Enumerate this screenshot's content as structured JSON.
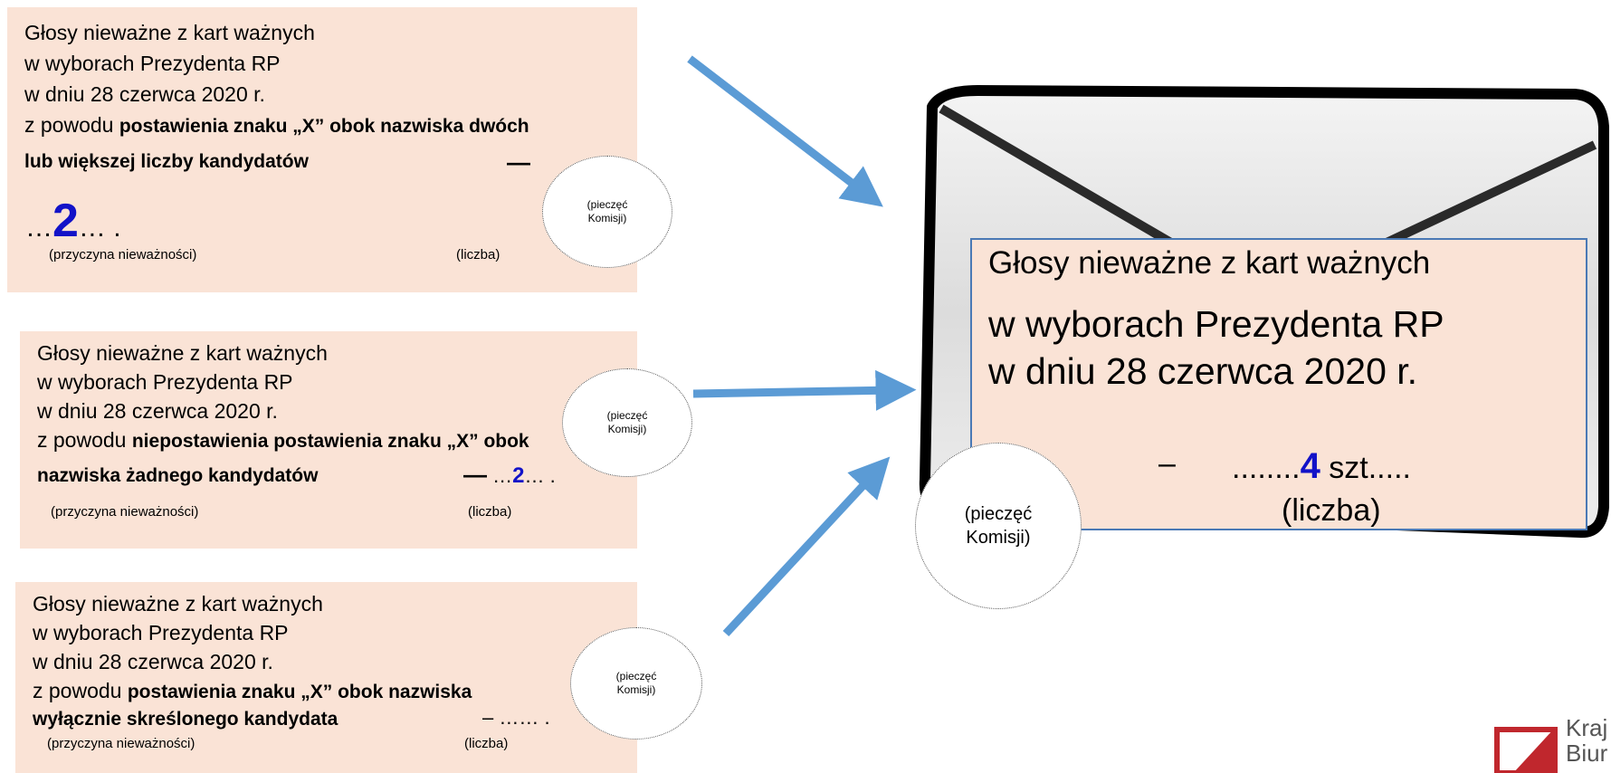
{
  "cards": [
    {
      "line1": "Głosy nieważne z kart ważnych",
      "line2": "w wyborach Prezydenta RP",
      "line3": "w dniu 28 czerwca 2020 r.",
      "line4_prefix": "z powodu",
      "line4_bold": "postawienia znaku „X” obok nazwiska dwóch",
      "line5_bold": "lub większej liczby kandydatów",
      "dash": "—",
      "count_prefix": "…",
      "count": "2",
      "count_suffix": "… .",
      "reason_label": "(przyczyna nieważności)",
      "count_label": "(liczba)",
      "stamp_line1": "(pieczęć",
      "stamp_line2": "Komisji)"
    },
    {
      "line1": "Głosy nieważne z kart ważnych",
      "line2": "w wyborach Prezydenta RP",
      "line3": "w dniu 28 czerwca 2020 r.",
      "line4_prefix": "z powodu",
      "line4_bold": "niepostawienia postawienia znaku „X” obok",
      "line5_bold": "nazwiska żadnego kandydatów",
      "dash": "—",
      "count_prefix": "…",
      "count": "2",
      "count_suffix": "… .",
      "reason_label": "(przyczyna nieważności)",
      "count_label": "(liczba)",
      "stamp_line1": "(pieczęć",
      "stamp_line2": "Komisji)"
    },
    {
      "line1": "Głosy nieważne z kart ważnych",
      "line2": "w wyborach Prezydenta RP",
      "line3": "w dniu 28 czerwca 2020 r.",
      "line4_prefix": "z powodu",
      "line4_bold": "postawienia znaku „X” obok nazwiska",
      "line5_bold": "wyłącznie skreślonego kandydata",
      "dash": "–",
      "count_prefix": "…… .",
      "reason_label": "(przyczyna nieważności)",
      "count_label": "(liczba)",
      "stamp_line1": "(pieczęć",
      "stamp_line2": "Komisji)"
    }
  ],
  "envelope": {
    "line1": "Głosy nieważne z kart ważnych",
    "line2": "w wyborach Prezydenta RP",
    "line3": "w dniu 28 czerwca 2020 r.",
    "dash": "–",
    "count_prefix": "........",
    "count": "4",
    "count_suffix": "szt.....",
    "count_label": "(liczba)",
    "stamp_line1": "(pieczęć",
    "stamp_line2": "Komisji)"
  },
  "logo": {
    "text1": "Kraj",
    "text2": "Biur"
  },
  "colors": {
    "card_bg": "#fae3d6",
    "arrow": "#5b9bd5",
    "number": "#1212c8",
    "logo_red": "#c0272d"
  }
}
